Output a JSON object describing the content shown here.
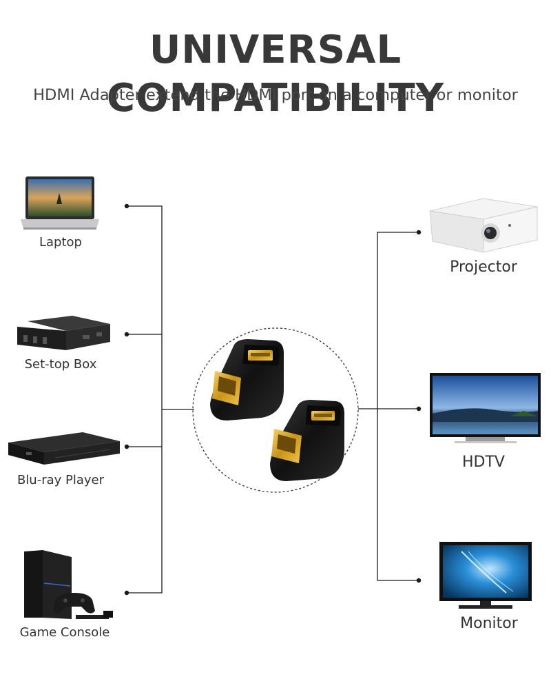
{
  "header": {
    "title": "UNIVERSAL COMPATIBILITY",
    "subtitle": "HDMI Adapter extend the HDMI port on a computer or monitor"
  },
  "input_devices": [
    {
      "label": "Laptop",
      "icon": "laptop-icon"
    },
    {
      "label": "Set-top Box",
      "icon": "set-top-box-icon"
    },
    {
      "label": "Blu-ray Player",
      "icon": "blu-ray-player-icon"
    },
    {
      "label": "Game Console",
      "icon": "game-console-icon"
    }
  ],
  "output_devices": [
    {
      "label": "Projector",
      "icon": "projector-icon"
    },
    {
      "label": "HDTV",
      "icon": "hdtv-icon"
    },
    {
      "label": "Monitor",
      "icon": "monitor-icon"
    }
  ],
  "center": {
    "icon": "hdmi-adapter-icon"
  },
  "colors": {
    "text": "#383838",
    "line": "#1a1a1a",
    "gold": "#d9a520",
    "adapter": "#1c1c1c"
  }
}
